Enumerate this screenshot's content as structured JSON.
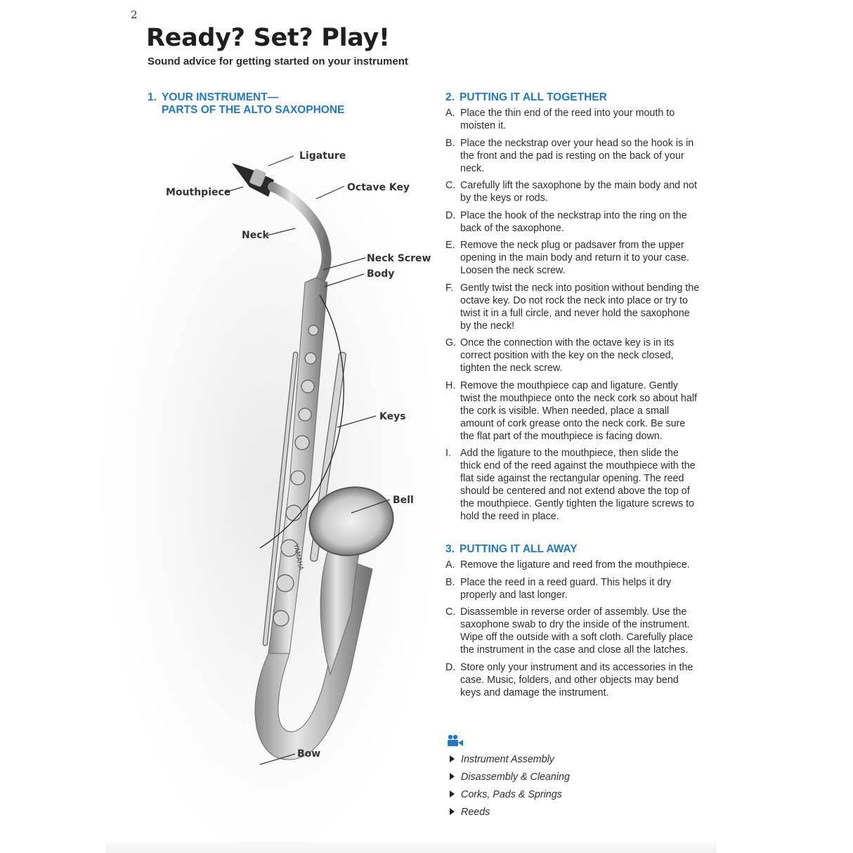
{
  "page_number": "2",
  "title": "Ready? Set? Play!",
  "subtitle": "Sound advice for getting started on your instrument",
  "section1": {
    "number": "1.",
    "line1": "YOUR INSTRUMENT—",
    "line2": "PARTS OF THE ALTO SAXOPHONE",
    "parts": {
      "ligature": "Ligature",
      "mouthpiece": "Mouthpiece",
      "octave_key": "Octave Key",
      "neck": "Neck",
      "neck_screw": "Neck Screw",
      "body": "Body",
      "keys": "Keys",
      "bell": "Bell",
      "bow": "Bow"
    },
    "brand": "YAMAHA"
  },
  "section2": {
    "number": "2.",
    "heading": "PUTTING IT ALL TOGETHER",
    "steps": [
      {
        "letter": "A.",
        "text": "Place the thin end of the reed into your mouth to moisten it."
      },
      {
        "letter": "B.",
        "text": "Place the neckstrap over your head so the hook is in the front and the pad is resting on the back of your neck."
      },
      {
        "letter": "C.",
        "text": "Carefully lift the saxophone by the main body and not by the keys or rods."
      },
      {
        "letter": "D.",
        "text": "Place the hook of the neckstrap into the ring on the back of the saxophone."
      },
      {
        "letter": "E.",
        "text": "Remove the neck plug or padsaver from the upper opening in the main body and return it to your case. Loosen the neck screw."
      },
      {
        "letter": "F.",
        "text": "Gently twist the neck into position without bending the octave key. Do not rock the neck into place or try to twist it in a full circle, and never hold the saxophone by the neck!"
      },
      {
        "letter": "G.",
        "text": "Once the connection with the octave key is in its correct position with the key on the neck closed, tighten the neck screw."
      },
      {
        "letter": "H.",
        "text": "Remove the mouthpiece cap and ligature. Gently twist the mouthpiece onto the neck cork so about half the cork is visible. When needed, place a small amount of cork grease onto the neck cork.  Be sure the flat part of the mouthpiece is facing down."
      },
      {
        "letter": "I.",
        "text": "Add the ligature to the mouthpiece, then slide the thick end of the reed against the mouthpiece with the flat side against the rectangular opening. The reed should be centered and not extend above the top of the mouthpiece. Gently tighten the ligature screws to hold the reed in place."
      }
    ]
  },
  "section3": {
    "number": "3.",
    "heading": "PUTTING IT ALL AWAY",
    "steps": [
      {
        "letter": "A.",
        "text": "Remove the ligature and reed from the mouthpiece."
      },
      {
        "letter": "B.",
        "text": "Place the reed in a reed guard. This helps it dry properly and last longer."
      },
      {
        "letter": "C.",
        "text": "Disassemble in reverse order of assembly. Use the saxophone swab to dry the inside of the instrument. Wipe off the outside with a soft cloth. Carefully place the instrument in the case and close all the latches."
      },
      {
        "letter": "D.",
        "text": "Store only your instrument and its accessories in the case. Music, folders, and other objects may bend keys and damage the instrument."
      }
    ]
  },
  "video_links": [
    "Instrument Assembly",
    "Disassembly & Cleaning",
    "Corks, Pads & Springs",
    "Reeds"
  ],
  "colors": {
    "heading_blue": "#1f79c8",
    "text": "#2d2d2d"
  },
  "icons": {
    "video": "video-camera-icon",
    "play": "play-triangle-icon"
  }
}
